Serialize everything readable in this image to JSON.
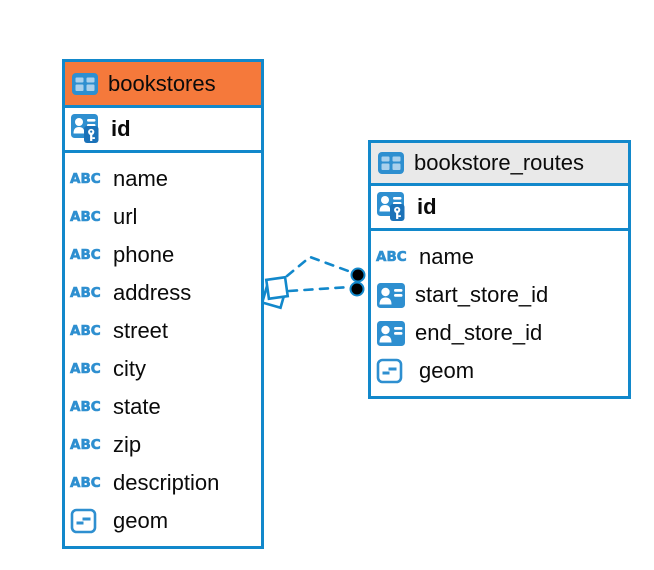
{
  "colors": {
    "accent_blue": "#1288cb",
    "icon_blue": "#2e8fd0",
    "icon_blue_light": "#a9d0ec",
    "key_badge_blue": "#1b72b8",
    "header_orange": "#f5793b",
    "header_gray": "#e9e9e9",
    "endpoint_black": "#000000"
  },
  "icons": {
    "text_type": "ABC"
  },
  "tables": [
    {
      "title": "bookstores",
      "pk": {
        "label": "id"
      },
      "columns": [
        {
          "label": "name",
          "type": "text"
        },
        {
          "label": "url",
          "type": "text"
        },
        {
          "label": "phone",
          "type": "text"
        },
        {
          "label": "address",
          "type": "text"
        },
        {
          "label": "street",
          "type": "text"
        },
        {
          "label": "city",
          "type": "text"
        },
        {
          "label": "state",
          "type": "text"
        },
        {
          "label": "zip",
          "type": "text"
        },
        {
          "label": "description",
          "type": "text"
        },
        {
          "label": "geom",
          "type": "geometry"
        }
      ]
    },
    {
      "title": "bookstore_routes",
      "pk": {
        "label": "id"
      },
      "columns": [
        {
          "label": "name",
          "type": "text"
        },
        {
          "label": "start_store_id",
          "type": "foreign-key"
        },
        {
          "label": "end_store_id",
          "type": "foreign-key"
        },
        {
          "label": "geom",
          "type": "geometry"
        }
      ]
    }
  ],
  "relationship": {
    "from_table": "bookstores",
    "to_table": "bookstore_routes",
    "line_style": "dashed",
    "source_symbol": "overlapping-squares",
    "target_symbol": "two-black-dots"
  }
}
